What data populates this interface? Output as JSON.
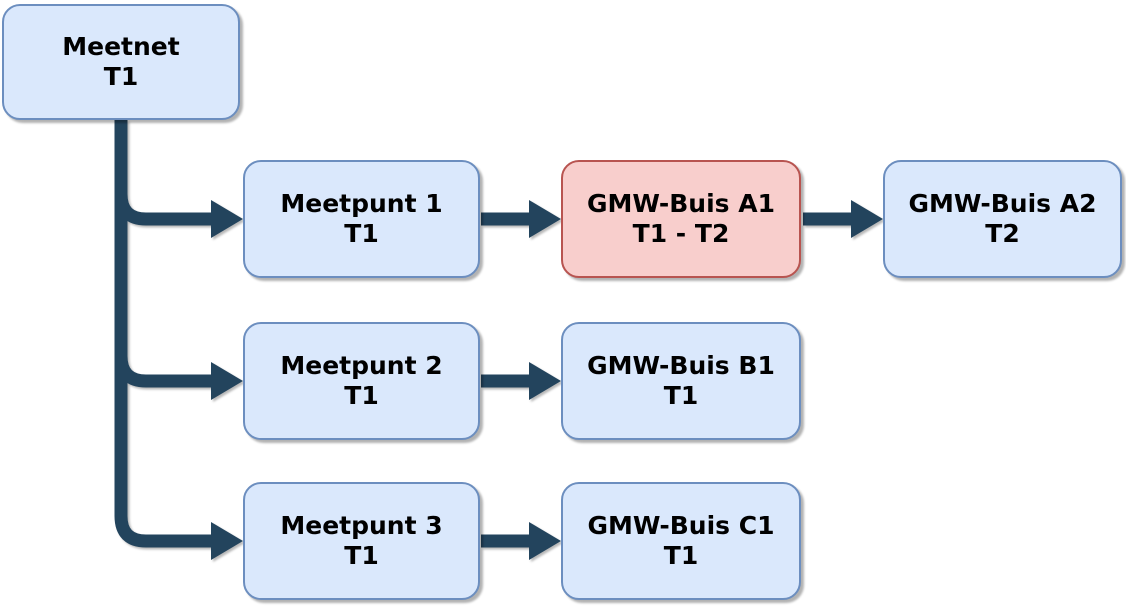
{
  "colors": {
    "background": "#ffffff",
    "connector": "#23445d",
    "text": "#000000",
    "node_blue_fill": "#dae8fc",
    "node_blue_border": "#6c8ebf",
    "node_red_fill": "#f8cecc",
    "node_red_border": "#b85450"
  },
  "diagram": {
    "nodes": [
      {
        "id": "meetnet",
        "label": "Meetnet",
        "sublabel": "T1",
        "variant": "blue"
      },
      {
        "id": "meetpunt-1",
        "label": "Meetpunt 1",
        "sublabel": "T1",
        "variant": "blue"
      },
      {
        "id": "gmw-buis-a1",
        "label": "GMW-Buis A1",
        "sublabel": "T1 - T2",
        "variant": "red"
      },
      {
        "id": "gmw-buis-a2",
        "label": "GMW-Buis A2",
        "sublabel": "T2",
        "variant": "blue"
      },
      {
        "id": "meetpunt-2",
        "label": "Meetpunt 2",
        "sublabel": "T1",
        "variant": "blue"
      },
      {
        "id": "gmw-buis-b1",
        "label": "GMW-Buis B1",
        "sublabel": "T1",
        "variant": "blue"
      },
      {
        "id": "meetpunt-3",
        "label": "Meetpunt 3",
        "sublabel": "T1",
        "variant": "blue"
      },
      {
        "id": "gmw-buis-c1",
        "label": "GMW-Buis C1",
        "sublabel": "T1",
        "variant": "blue"
      }
    ],
    "edges": [
      {
        "from": "meetnet",
        "to": "meetpunt-1"
      },
      {
        "from": "meetnet",
        "to": "meetpunt-2"
      },
      {
        "from": "meetnet",
        "to": "meetpunt-3"
      },
      {
        "from": "meetpunt-1",
        "to": "gmw-buis-a1"
      },
      {
        "from": "gmw-buis-a1",
        "to": "gmw-buis-a2"
      },
      {
        "from": "meetpunt-2",
        "to": "gmw-buis-b1"
      },
      {
        "from": "meetpunt-3",
        "to": "gmw-buis-c1"
      }
    ]
  }
}
